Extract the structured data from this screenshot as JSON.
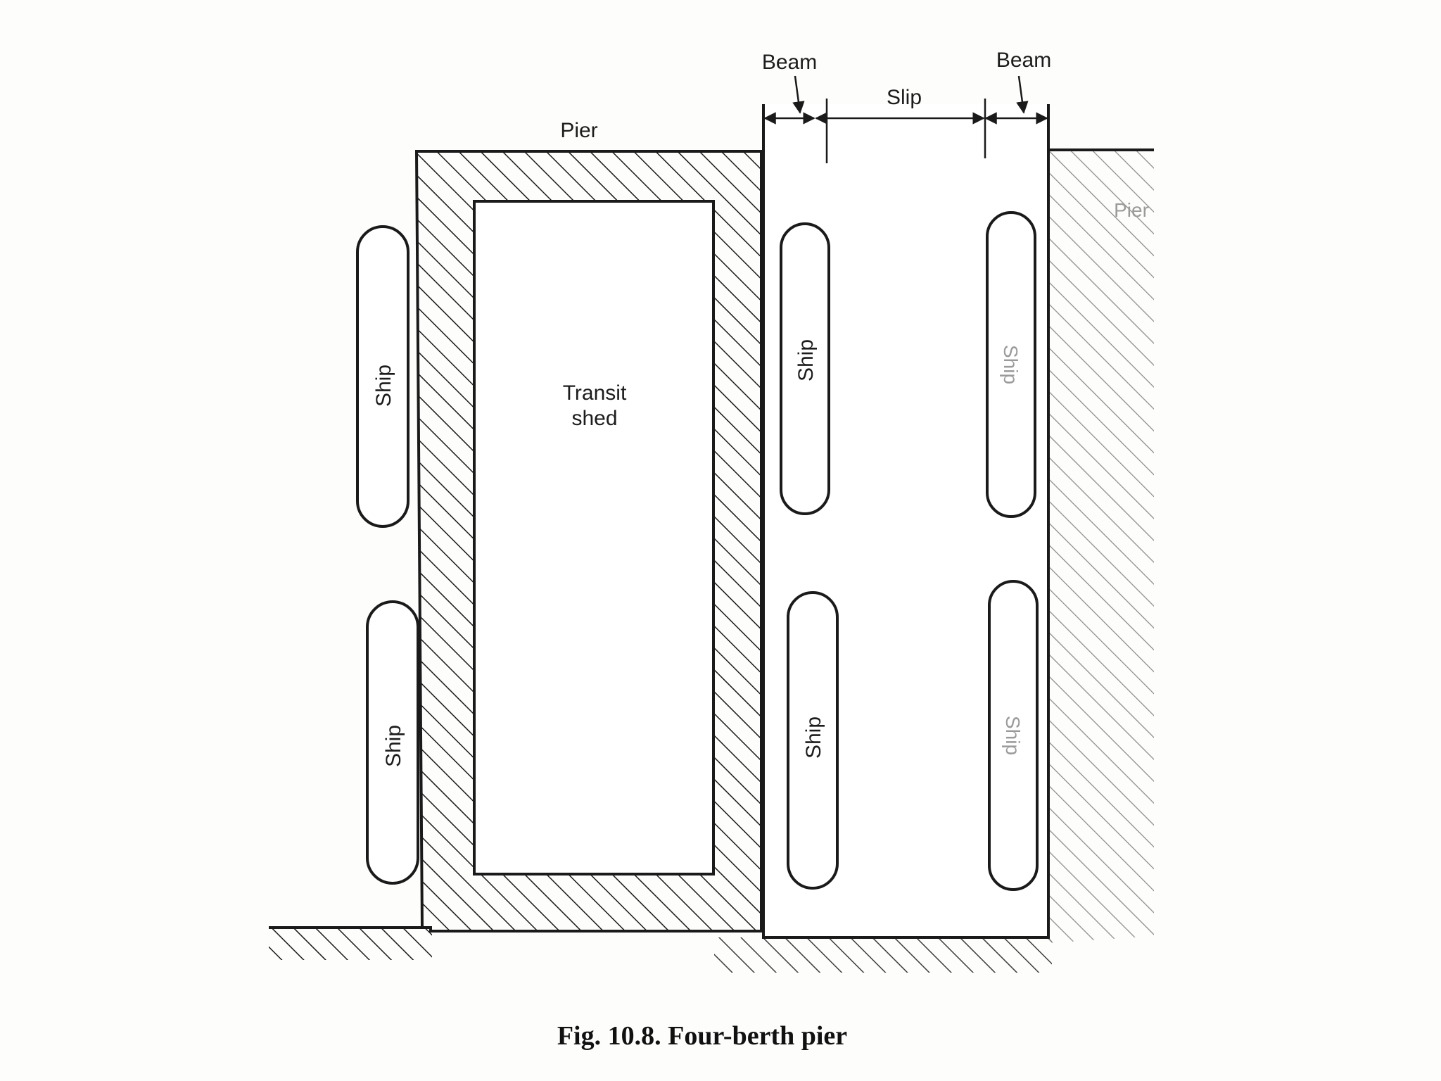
{
  "labels": {
    "beam_left": "Beam",
    "beam_right": "Beam",
    "slip": "Slip",
    "pier_top": "Pier",
    "pier_right": "Pier",
    "transit_shed_line1": "Transit",
    "transit_shed_line2": "shed",
    "ship": "Ship"
  },
  "caption": "Fig. 10.8. Four-berth pier"
}
